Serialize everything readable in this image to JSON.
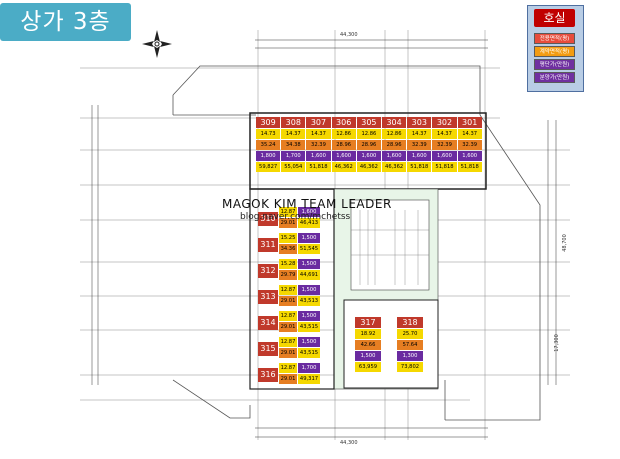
{
  "title": "상가 3층",
  "legend": {
    "title": "호실",
    "items": [
      {
        "label": "전용면적(평)",
        "color": "#e74c3c"
      },
      {
        "label": "계약면적(평)",
        "color": "#f39c12"
      },
      {
        "label": "평단가(만원)",
        "color": "#7030a0"
      },
      {
        "label": "분양가(만원)",
        "color": "#7030a0"
      }
    ]
  },
  "watermark": {
    "line1": "MAGOK KIM TEAM LEADER",
    "line2": "blog.naver.com/mchetss"
  },
  "colors": {
    "unit_header": "#c0392b",
    "row1": "#f5d800",
    "row2": "#e67e22",
    "row3": "#6a2ba0",
    "row4": "#f5d800"
  },
  "top_units": [
    {
      "no": "309",
      "excl": "14.73",
      "contract": "35.24",
      "unit_price": "1,800",
      "price": "59,827"
    },
    {
      "no": "308",
      "excl": "14.37",
      "contract": "34.38",
      "unit_price": "1,700",
      "price": "55,054"
    },
    {
      "no": "307",
      "excl": "14.37",
      "contract": "32.39",
      "unit_price": "1,600",
      "price": "51,818"
    },
    {
      "no": "306",
      "excl": "12.86",
      "contract": "28.96",
      "unit_price": "1,600",
      "price": "46,362"
    },
    {
      "no": "305",
      "excl": "12.86",
      "contract": "28.96",
      "unit_price": "1,600",
      "price": "46,362"
    },
    {
      "no": "304",
      "excl": "12.86",
      "contract": "28.96",
      "unit_price": "1,600",
      "price": "46,362"
    },
    {
      "no": "303",
      "excl": "14.37",
      "contract": "32.39",
      "unit_price": "1,600",
      "price": "51,818"
    },
    {
      "no": "302",
      "excl": "14.37",
      "contract": "32.39",
      "unit_price": "1,600",
      "price": "51,818"
    },
    {
      "no": "301",
      "excl": "14.37",
      "contract": "32.39",
      "unit_price": "1,600",
      "price": "51,818"
    }
  ],
  "left_units": [
    {
      "no": "310",
      "excl": "12.87",
      "contract": "29.01",
      "unit_price": "1,600",
      "price": "46,413"
    },
    {
      "no": "311",
      "excl": "15.25",
      "contract": "34.36",
      "unit_price": "1,500",
      "price": "51,545"
    },
    {
      "no": "312",
      "excl": "15.28",
      "contract": "29.79",
      "unit_price": "1,500",
      "price": "44,691"
    },
    {
      "no": "313",
      "excl": "12.87",
      "contract": "29.01",
      "unit_price": "1,500",
      "price": "43,513"
    },
    {
      "no": "314",
      "excl": "12.87",
      "contract": "29.01",
      "unit_price": "1,500",
      "price": "43,515"
    },
    {
      "no": "315",
      "excl": "12.87",
      "contract": "29.01",
      "unit_price": "1,500",
      "price": "43,515"
    },
    {
      "no": "316",
      "excl": "12.87",
      "contract": "29.01",
      "unit_price": "1,700",
      "price": "49,317"
    }
  ],
  "right_units": [
    {
      "no": "317",
      "excl": "18.92",
      "contract": "42.66",
      "unit_price": "1,500",
      "price": "63,959"
    },
    {
      "no": "318",
      "excl": "25.70",
      "contract": "57.64",
      "unit_price": "1,300",
      "price": "73,802"
    }
  ],
  "dimensions": {
    "top_total": "44,300",
    "bottom_total": "44,300",
    "right_total": "48,700",
    "right_lower": "17,300"
  }
}
